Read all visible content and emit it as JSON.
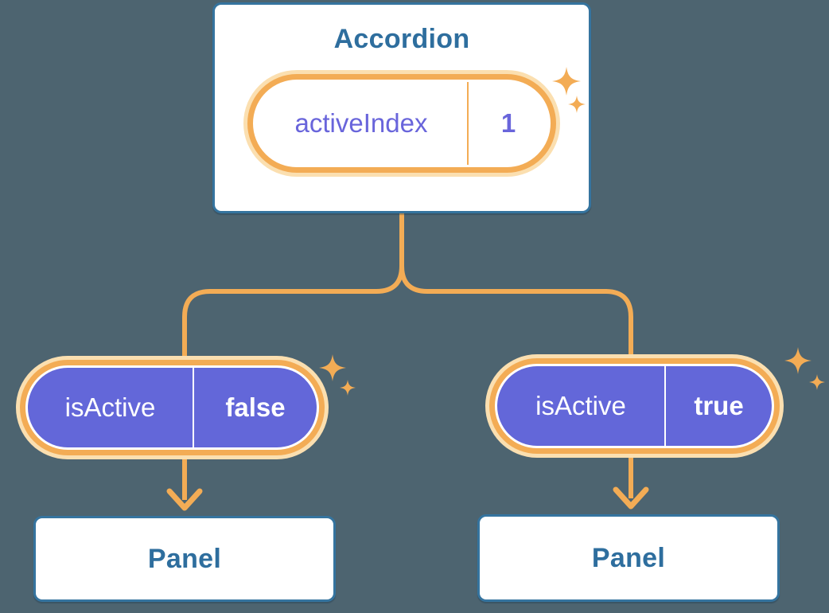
{
  "colors": {
    "background": "#4D6470",
    "card_border": "#35749F",
    "card_text": "#2E6E9E",
    "accent_orange": "#F3AC55",
    "accent_orange_halo": "#FBDFB0",
    "prop_purple": "#6367D9",
    "state_text_purple": "#6965DB",
    "text_white": "#FFFFFF"
  },
  "icons": {
    "sparkle": "four-point-star"
  },
  "diagram": {
    "root": {
      "title": "Accordion",
      "state": {
        "label": "activeIndex",
        "value": "1"
      }
    },
    "branches": [
      {
        "prop": {
          "label": "isActive",
          "value": "false"
        },
        "child_title": "Panel"
      },
      {
        "prop": {
          "label": "isActive",
          "value": "true"
        },
        "child_title": "Panel"
      }
    ]
  }
}
